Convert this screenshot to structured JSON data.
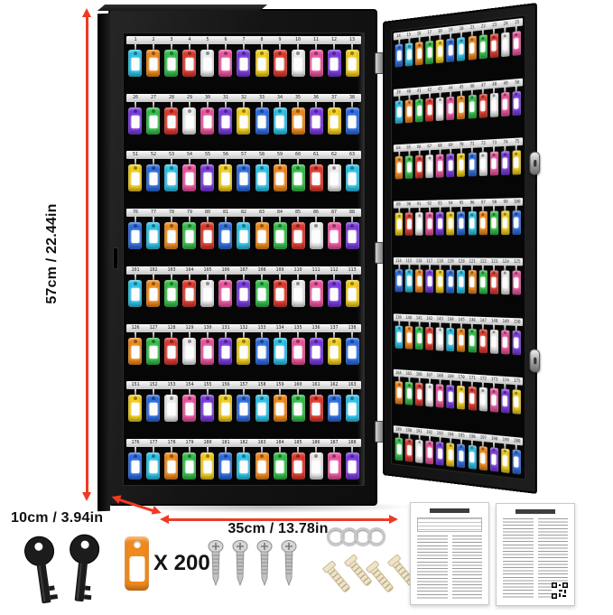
{
  "product": {
    "name": "Wall-mounted key cabinet with colored key tags",
    "body_rows": 8,
    "body_tags_per_row": 13,
    "door_rows": 8,
    "door_tags_per_row": 12,
    "row_capacity": 25,
    "total_keys": 200,
    "cabinet_color": "#141414",
    "palette": [
      "#2e6de0",
      "#e03a2e",
      "#f2cf1f",
      "#35bf4a",
      "#7b3be0",
      "#f08a1d",
      "#ec559f",
      "#2fc3e8",
      "#ededed"
    ]
  },
  "annotations": {
    "height_label": "57cm / 22.44in",
    "width_label": "35cm / 13.78in",
    "depth_label": "10cm / 3.94in",
    "arrow_color": "#ee3a24"
  },
  "accessories": {
    "tag_count_label": "X 200",
    "tag_color": "#f08a1d",
    "items": [
      "spare-keys",
      "orange-key-tag",
      "metal-rings",
      "mounting-screws",
      "wall-anchors",
      "instruction-manuals"
    ]
  }
}
